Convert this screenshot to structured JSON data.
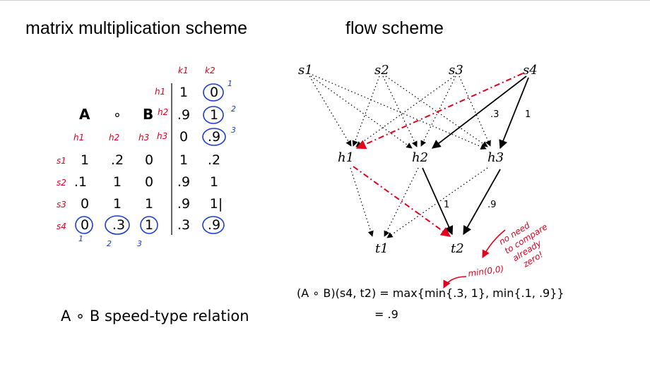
{
  "titles": {
    "matrix": "matrix multiplication scheme",
    "flow": "flow scheme"
  },
  "matrix": {
    "operator_left": "A",
    "operator_symbol": "∘",
    "operator_right": "B",
    "b_col_headers": [
      "k1",
      "k2"
    ],
    "b_row_headers": [
      "h1",
      "h2",
      "h3"
    ],
    "b_values": [
      [
        "1",
        "0"
      ],
      [
        ".9",
        "1"
      ],
      [
        "0",
        ".9"
      ]
    ],
    "a_col_headers": [
      "h1",
      "h2",
      "h3"
    ],
    "a_row_headers": [
      "s1",
      "s2",
      "s3",
      "s4"
    ],
    "a_values": [
      [
        "1",
        ".2",
        "0"
      ],
      [
        ".1",
        "1",
        "0"
      ],
      [
        "0",
        "1",
        "1"
      ],
      [
        "0",
        ".3",
        "1"
      ]
    ],
    "result_values": [
      [
        "1",
        ".2"
      ],
      [
        ".9",
        "1"
      ],
      [
        ".9",
        "1|"
      ],
      [
        ".3",
        ".9"
      ]
    ],
    "blue_marks_b": [
      "1",
      "2",
      "3"
    ],
    "blue_marks_a": [
      "1",
      "2",
      "3"
    ]
  },
  "caption": "A ∘ B speed-type relation",
  "flow": {
    "source_nodes": [
      "s1",
      "s2",
      "s3",
      "s4"
    ],
    "middle_nodes": [
      "h1",
      "h2",
      "h3"
    ],
    "target_nodes": [
      "t1",
      "t2"
    ],
    "edge_labels": [
      ".3",
      "1",
      "1",
      ".9"
    ]
  },
  "formula": {
    "line1": "(A ∘ B)(s4, t2) = max{min{.3, 1}, min{.1, .9}}",
    "line2": "= .9"
  },
  "annotations": {
    "min_note": "min(0,0)",
    "side_note_lines": [
      "no need",
      "to compare",
      "already",
      "zero!"
    ]
  },
  "colors": {
    "annotation_red": "#e3001b",
    "annotation_blue": "#1a3fd6"
  }
}
